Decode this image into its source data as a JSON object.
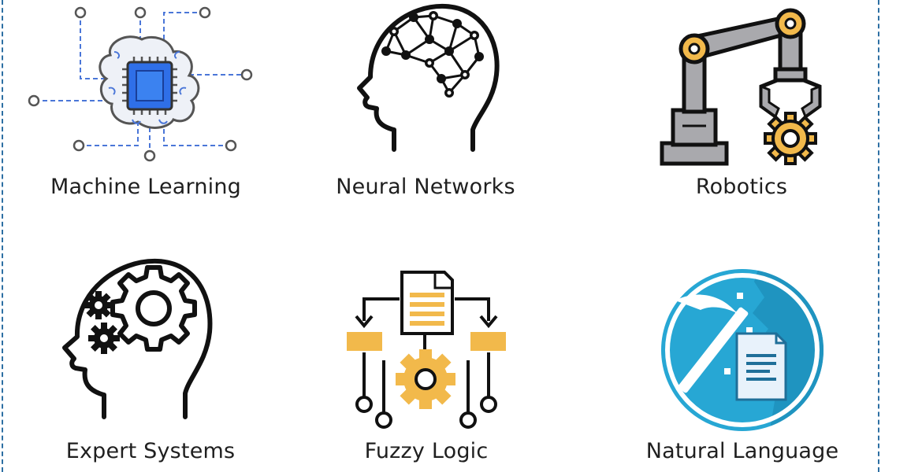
{
  "categories": [
    {
      "label": "Machine Learning",
      "icon": "chip-brain-circuit-icon"
    },
    {
      "label": "Neural Networks",
      "icon": "head-neural-network-icon"
    },
    {
      "label": "Robotics",
      "icon": "robotic-arm-icon"
    },
    {
      "label": "Expert Systems",
      "icon": "head-gears-icon"
    },
    {
      "label": "Fuzzy Logic",
      "icon": "document-flowchart-gear-icon"
    },
    {
      "label": "Natural Language",
      "icon": "pickaxe-document-icon"
    }
  ],
  "colors": {
    "frame": "#2d6fa3",
    "chip_blue": "#2f6fe8",
    "circuit": "#4a76d8",
    "gold": "#f2b94b",
    "steel": "#a9a9ad",
    "teal": "#27a7d4"
  }
}
